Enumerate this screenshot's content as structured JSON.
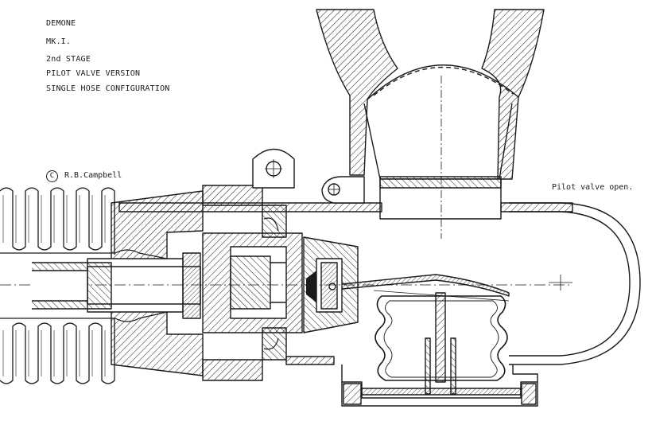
{
  "drawing": {
    "title_lines": [
      "DEMONE",
      "MK.I.",
      "2nd STAGE",
      "PILOT VALVE VERSION",
      "SINGLE HOSE CONFIGURATION"
    ],
    "copyright_symbol": "C",
    "author": "R.B.Campbell",
    "annotation": "Pilot valve open."
  },
  "colors": {
    "ink": "#1a1a1a",
    "paper": "#ffffff"
  }
}
